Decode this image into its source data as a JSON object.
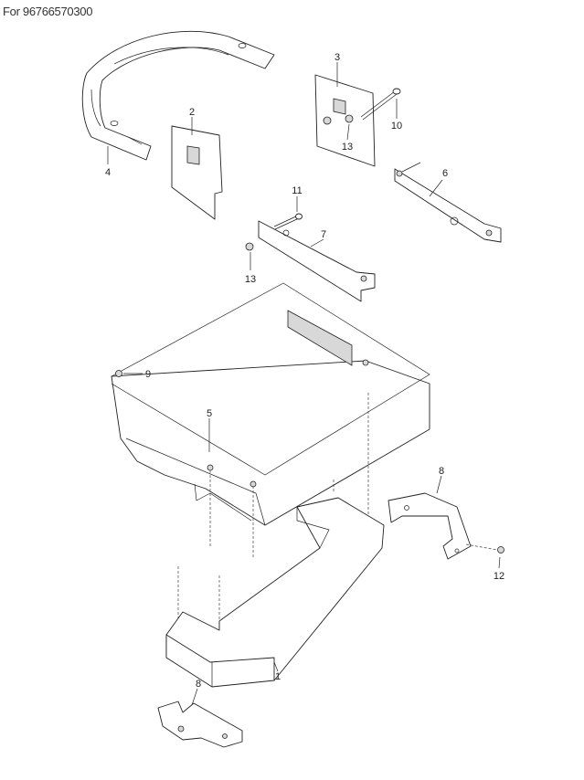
{
  "header": {
    "title": "For 96766570300"
  },
  "callouts": {
    "c1": "1",
    "c2": "2",
    "c3": "3",
    "c4": "4",
    "c5": "5",
    "c6": "6",
    "c7": "7",
    "c8a": "8",
    "c8b": "8",
    "c9": "9",
    "c10": "10",
    "c11": "11",
    "c12": "12",
    "c13a": "13",
    "c13b": "13"
  }
}
